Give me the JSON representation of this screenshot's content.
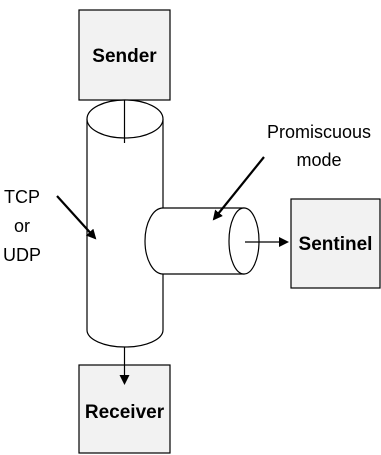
{
  "nodes": {
    "sender": "Sender",
    "receiver": "Receiver",
    "sentinel": "Sentinel"
  },
  "labels": {
    "protocol_line1": "TCP",
    "protocol_line2": "or",
    "protocol_line3": "UDP",
    "mode_line1": "Promiscuous",
    "mode_line2": "mode"
  },
  "colors": {
    "box_fill": "#f2f2f2",
    "stroke": "#000000",
    "background": "#ffffff"
  }
}
